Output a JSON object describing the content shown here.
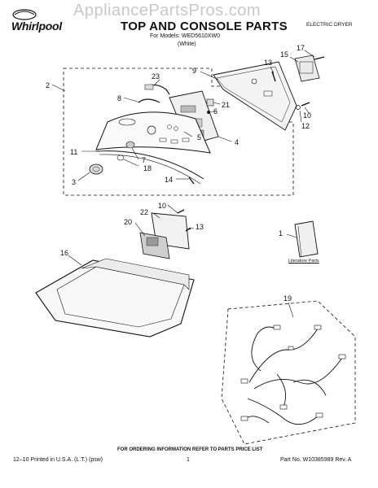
{
  "watermark": "AppliancePartsPros.com",
  "brand": {
    "name": "Whirlpool"
  },
  "header": {
    "title": "TOP AND CONSOLE PARTS",
    "models_line": "For Models: WED5610XW0",
    "color_line": "(White)",
    "product_type": "ELECTRIC DRYER"
  },
  "callouts": [
    "1",
    "2",
    "3",
    "4",
    "5",
    "6",
    "7",
    "8",
    "9",
    "10",
    "10",
    "11",
    "12",
    "13",
    "13",
    "14",
    "15",
    "16",
    "17",
    "18",
    "19",
    "20",
    "21",
    "22",
    "23"
  ],
  "literature_label": "Literature Parts",
  "footer": {
    "ordering_note": "FOR ORDERING INFORMATION REFER TO PARTS PRICE LIST",
    "printed": "12–10 Printed in U.S.A. (L.T.) (psw)",
    "page": "1",
    "part_no": "Part No. W10385989 Rev. A"
  }
}
